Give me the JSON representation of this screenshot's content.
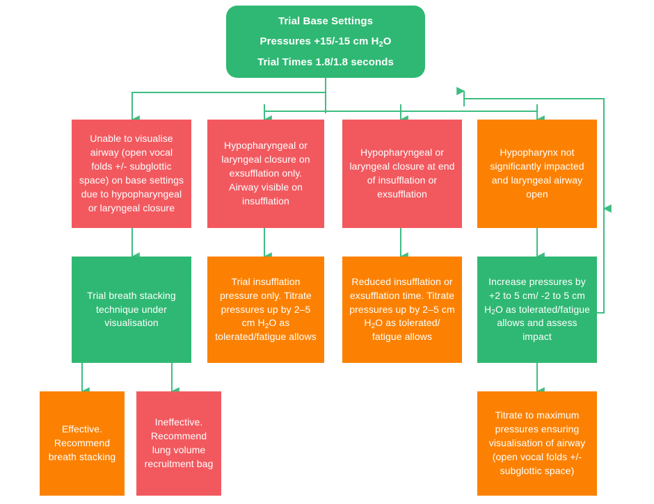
{
  "diagram": {
    "title_node": {
      "name": "trial-base-settings",
      "lines": [
        "Trial Base Settings",
        "Pressures +15/-15 cm H₂O",
        "Trial Times 1.8/1.8 seconds"
      ],
      "color": "#2fb873"
    },
    "colors": {
      "green": "#2fb873",
      "red": "#f2595f",
      "orange": "#fc8102",
      "connector": "#3dbd82",
      "background": "#ffffff",
      "text": "#ffffff"
    },
    "row1": [
      {
        "id": "finding-1",
        "text": "Unable to visualise airway (open vocal folds +/- subglottic space) on base settings due to hypopharyngeal or laryngeal closure",
        "color": "#f2595f"
      },
      {
        "id": "finding-2",
        "text": "Hypopharyngeal or laryngeal closure on exsufflation only. Airway visible on insufflation",
        "color": "#f2595f"
      },
      {
        "id": "finding-3",
        "text": "Hypopharyngeal or laryngeal closure at end of insufflation or exsufflation",
        "color": "#f2595f"
      },
      {
        "id": "finding-4",
        "text": "Hypopharynx not significantly impacted and laryngeal airway open",
        "color": "#fc8102"
      }
    ],
    "row2": [
      {
        "id": "action-1",
        "text": "Trial breath stacking technique under visualisation",
        "color": "#2fb873"
      },
      {
        "id": "action-2",
        "text": "Trial insufflation pressure only. Titrate pressures up by 2–5 cm H₂O as tolerated/fatigue allows",
        "color": "#fc8102"
      },
      {
        "id": "action-3",
        "text": "Reduced insufflation or exsufflation time. Titrate pressures up by 2–5 cm H₂O as tolerated/ fatigue allows",
        "color": "#fc8102"
      },
      {
        "id": "action-4",
        "text": "Increase pressures by +2 to 5 cm/ -2 to 5 cm H₂O as tolerated/fatigue allows and assess impact",
        "color": "#2fb873"
      }
    ],
    "row3": [
      {
        "id": "outcome-effective",
        "text": "Effective. Recommend breath stacking",
        "color": "#fc8102"
      },
      {
        "id": "outcome-ineffective",
        "text": "Ineffective. Recommend lung volume recruitment bag",
        "color": "#f2595f"
      },
      {
        "id": "outcome-titrate-max",
        "text": "Titrate to maximum pressures ensuring visualisation of airway (open vocal folds +/- subglottic space)",
        "color": "#fc8102"
      }
    ]
  }
}
